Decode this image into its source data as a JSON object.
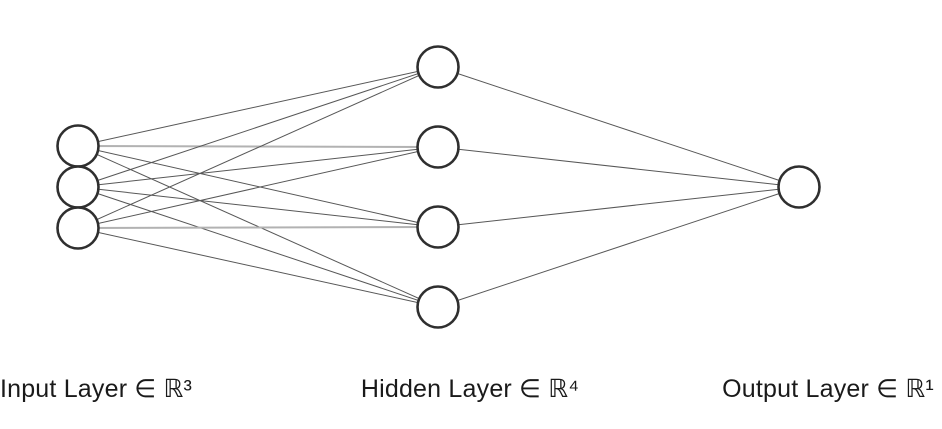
{
  "diagram": {
    "type": "neural-network",
    "connections": "fully-connected",
    "layers": [
      {
        "id": "input",
        "label": "Input Layer ∈ ℝ³",
        "neurons": 3
      },
      {
        "id": "hidden",
        "label": "Hidden Layer ∈ ℝ⁴",
        "neurons": 4
      },
      {
        "id": "output",
        "label": "Output Layer ∈ ℝ¹",
        "neurons": 1
      }
    ],
    "colors": {
      "background": "#ffffff",
      "node_fill": "#ffffff",
      "node_stroke": "#2f2f2f",
      "edge": "#575757",
      "edge_flat": "#b2b2b2",
      "label_text": "#1a1a1a"
    }
  }
}
